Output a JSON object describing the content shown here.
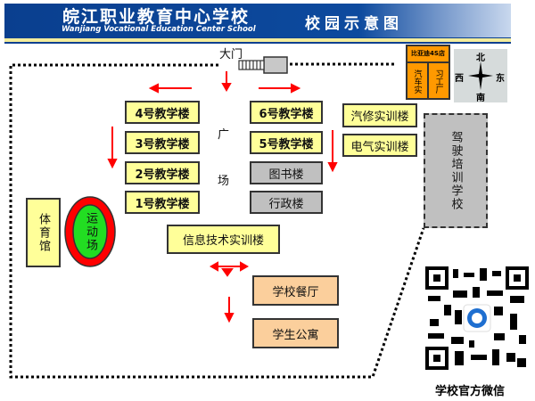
{
  "header": {
    "title": "皖江职业教育中心学校",
    "subtitle": "Wanjiang Vocational Education Center School",
    "map_title": "校园示意图"
  },
  "gate": "大门",
  "square": [
    "广",
    "场"
  ],
  "left_buildings": [
    "4号教学楼",
    "3号教学楼",
    "2号教学楼",
    "1号教学楼"
  ],
  "right_buildings": [
    "6号教学楼",
    "5号教学楼",
    "图书楼",
    "行政楼"
  ],
  "training": [
    "汽修实训楼",
    "电气实训楼"
  ],
  "driving_school": "驾驶培训学校",
  "gym": "体育馆",
  "field": "运动场",
  "it_building": "信息技术实训楼",
  "canteen": "学校餐厅",
  "dorm": "学生公寓",
  "shop": {
    "title": "比亚迪4S店",
    "left": "汽车实",
    "right": "习工厂"
  },
  "compass": {
    "n": "北",
    "s": "南",
    "e": "东",
    "w": "西"
  },
  "qr_caption": "学校官方微信",
  "colors": {
    "yellow": "#ffff99",
    "gray": "#c0c0c0",
    "orange": "#fbcf9c",
    "arrow": "#ff0000",
    "header": "#0a3f8f"
  }
}
